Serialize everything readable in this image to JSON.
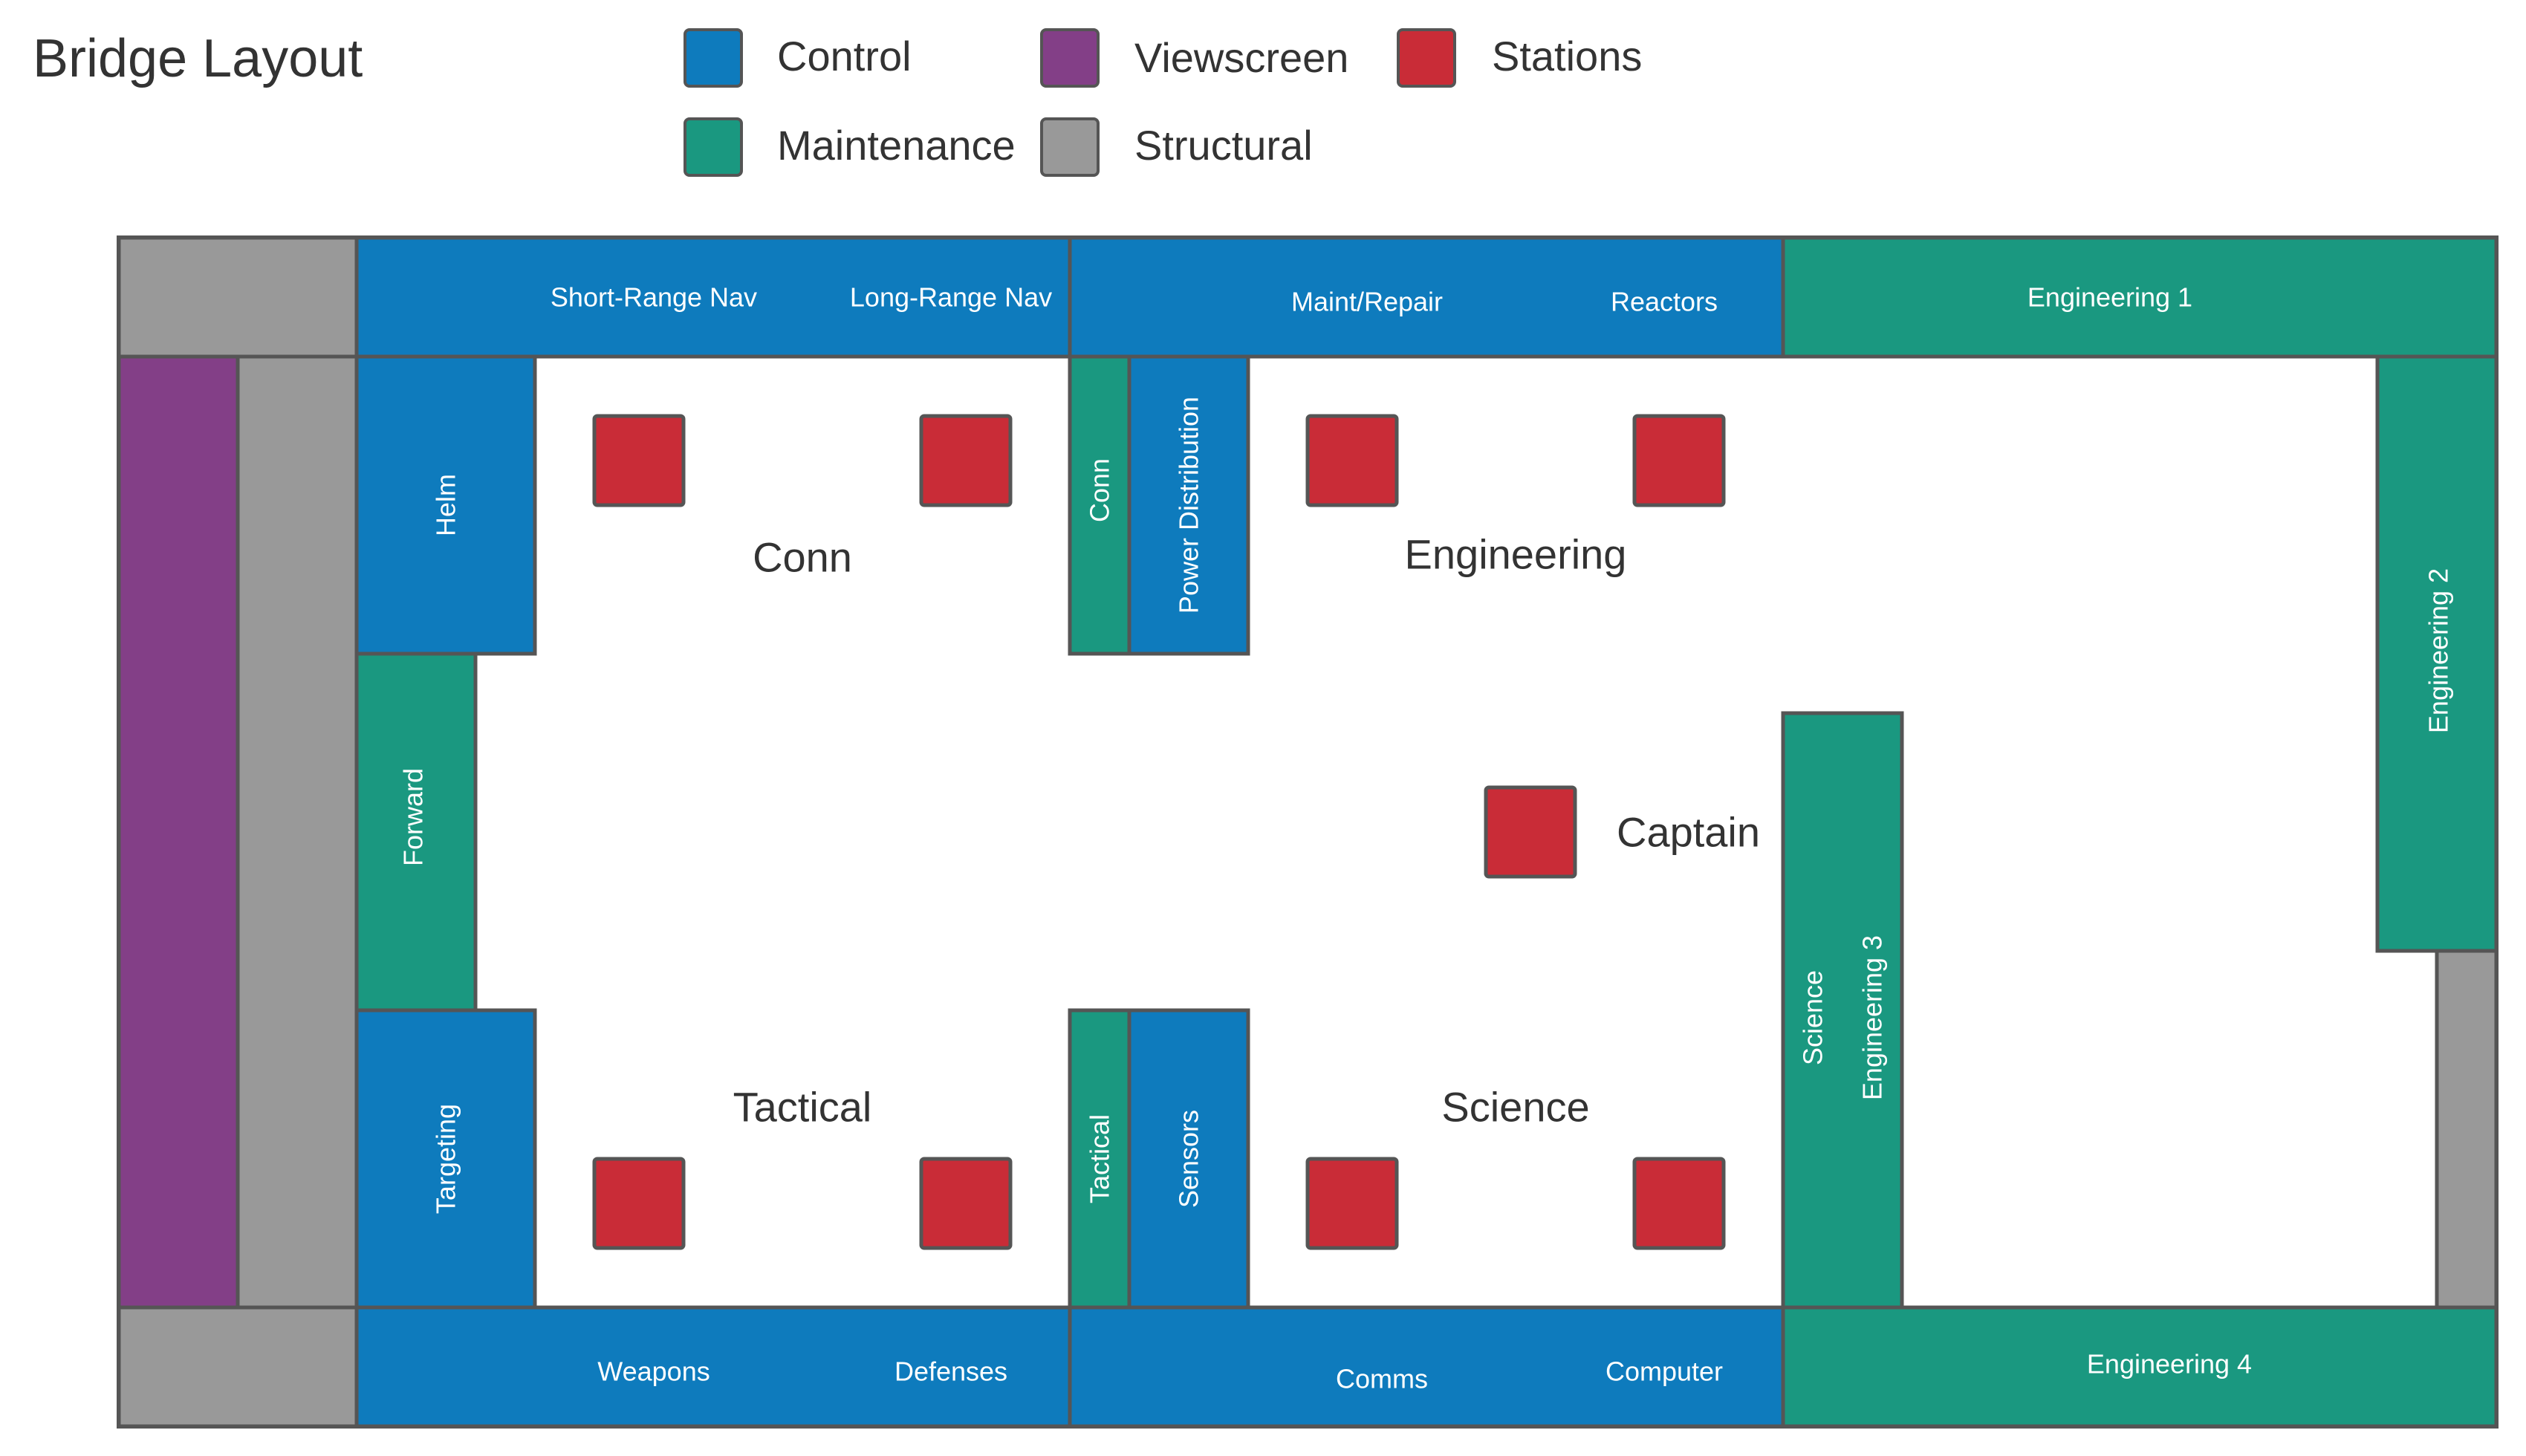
{
  "title": "Bridge Layout",
  "colors": {
    "control": "#0e7bbd",
    "maintenance": "#1a9880",
    "viewscreen": "#833f87",
    "stations": "#c92c37",
    "structural": "#999999",
    "outline": "#555555"
  },
  "legend": [
    {
      "label": "Control",
      "category": "control"
    },
    {
      "label": "Viewscreen",
      "category": "viewscreen"
    },
    {
      "label": "Stations",
      "category": "stations"
    },
    {
      "label": "Maintenance",
      "category": "maintenance"
    },
    {
      "label": "Structural",
      "category": "structural"
    }
  ],
  "consoles": {
    "short_range_nav": "Short-Range Nav",
    "long_range_nav": "Long-Range Nav",
    "maint_repair": "Maint/Repair",
    "reactors": "Reactors",
    "engineering_1": "Engineering 1",
    "helm": "Helm",
    "conn_console": "Conn",
    "power_distribution": "Power Distribution",
    "engineering_2": "Engineering 2",
    "forward": "Forward",
    "science_console": "Science",
    "engineering_3": "Engineering 3",
    "targeting": "Targeting",
    "tactical_console": "Tactical",
    "sensors": "Sensors",
    "weapons": "Weapons",
    "defenses": "Defenses",
    "comms": "Comms",
    "computer": "Computer",
    "engineering_4": "Engineering 4"
  },
  "areas": {
    "conn": "Conn",
    "engineering": "Engineering",
    "captain": "Captain",
    "tactical": "Tactical",
    "science": "Science"
  }
}
